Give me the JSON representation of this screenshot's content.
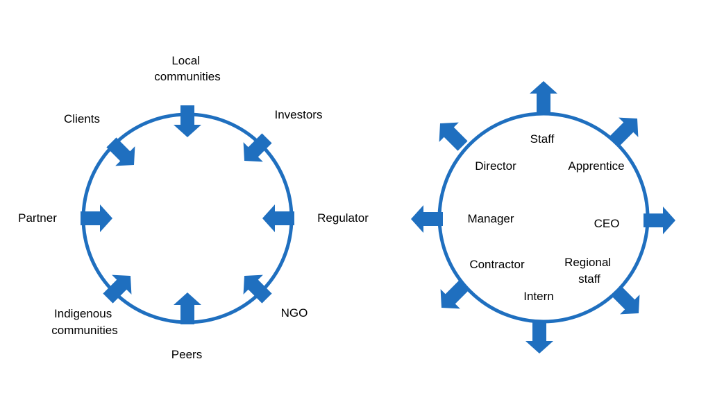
{
  "colors": {
    "accent": "#1f6fbf",
    "ring": "#1f6fbf",
    "text": "#000000",
    "background": "#ffffff"
  },
  "left_diagram": {
    "arrow_direction": "inward",
    "labels": {
      "local_communities_line1": "Local",
      "local_communities_line2": "communities",
      "investors": "Investors",
      "regulator": "Regulator",
      "ngo": "NGO",
      "peers": "Peers",
      "indigenous_line1": "Indigenous",
      "indigenous_line2": "communities",
      "partner": "Partner",
      "clients": "Clients"
    }
  },
  "right_diagram": {
    "arrow_direction": "outward",
    "labels": {
      "staff": "Staff",
      "apprentice": "Apprentice",
      "ceo": "CEO",
      "regional_line1": "Regional",
      "regional_line2": "staff",
      "intern": "Intern",
      "contractor": "Contractor",
      "manager": "Manager",
      "director": "Director"
    }
  }
}
